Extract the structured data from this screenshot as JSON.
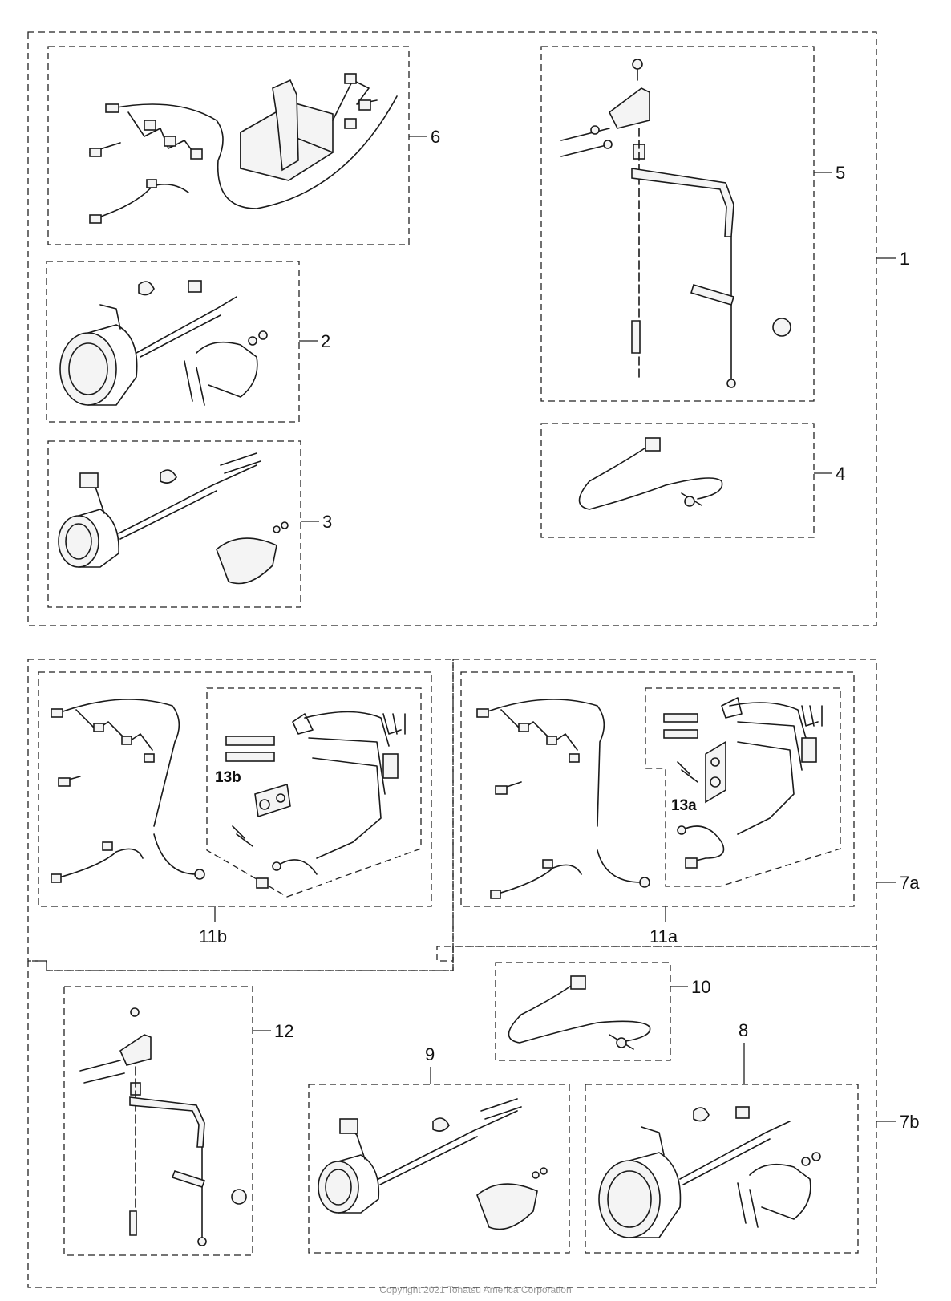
{
  "labels": {
    "l1": "1",
    "l2": "2",
    "l3": "3",
    "l4": "4",
    "l5": "5",
    "l6": "6",
    "l7a": "7a",
    "l7b": "7b",
    "l8": "8",
    "l9": "9",
    "l10": "10",
    "l11a": "11a",
    "l11b": "11b",
    "l12": "12",
    "l13a": "13a",
    "l13b": "13b"
  },
  "copyright": "Copyright 2021 Tohatsu America Corporation"
}
